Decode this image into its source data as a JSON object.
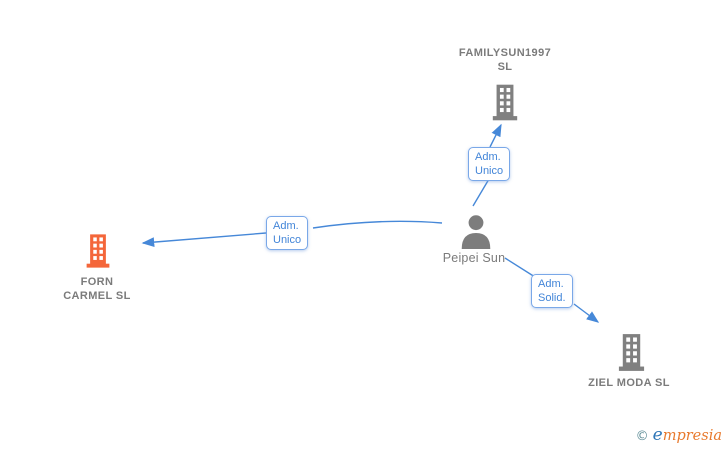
{
  "diagram": {
    "background": "#ffffff",
    "line_color": "#4688d8",
    "edge_label_text_color": "#4285d8",
    "edge_label_border_color": "#7aa8e8",
    "entity_text_color": "#7b7b7b",
    "entities": [
      {
        "id": "familysun",
        "icon": "building-icon",
        "icon_color": "#808080",
        "label_line1": "FAMILYSUN1997",
        "label_line2": "SL"
      },
      {
        "id": "forn-carmel",
        "icon": "building-icon",
        "icon_color": "#f4663a",
        "label_line1": "FORN",
        "label_line2": "CARMEL  SL"
      },
      {
        "id": "peipei-sun",
        "icon": "person-icon",
        "icon_color": "#7d7d7d",
        "label": "Peipei Sun"
      },
      {
        "id": "ziel-moda",
        "icon": "building-icon",
        "icon_color": "#808080",
        "label": "ZIEL MODA  SL"
      }
    ],
    "edges": [
      {
        "from": "Peipei Sun",
        "to": "FAMILYSUN1997 SL",
        "label_line1": "Adm.",
        "label_line2": "Unico"
      },
      {
        "from": "Peipei Sun",
        "to": "FORN CARMEL SL",
        "label_line1": "Adm.",
        "label_line2": "Unico"
      },
      {
        "from": "Peipei Sun",
        "to": "ZIEL MODA SL",
        "label_line1": "Adm.",
        "label_line2": "Solid."
      }
    ]
  },
  "watermark": {
    "copyright_symbol": "©",
    "brand_first_letter": "e",
    "brand_rest": "mpresia"
  }
}
